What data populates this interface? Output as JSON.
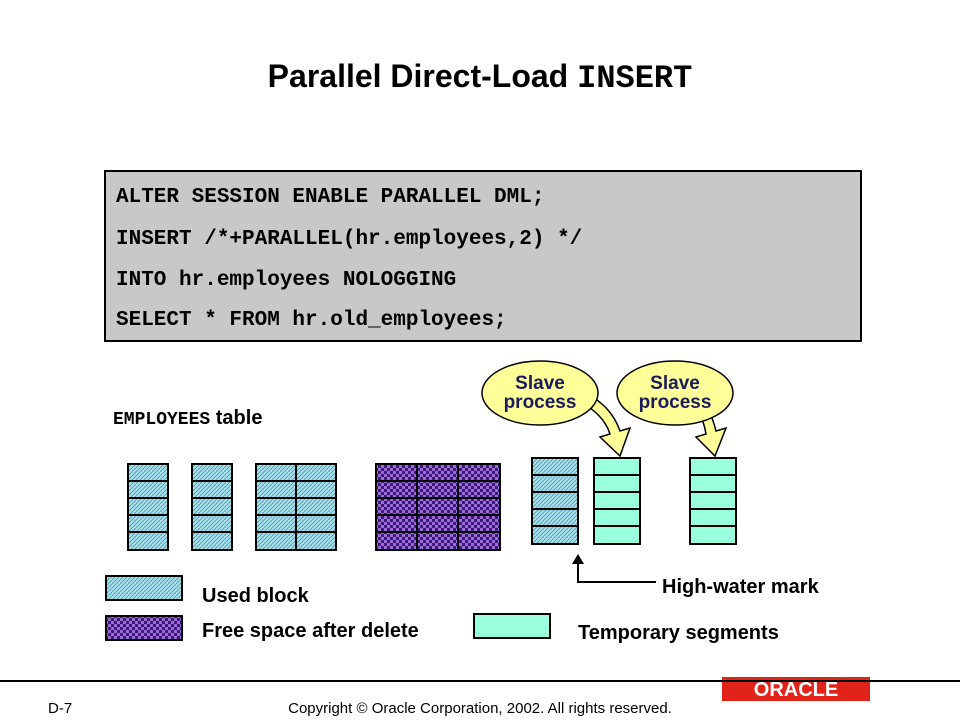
{
  "title": {
    "main": "Parallel Direct-Load ",
    "code": "INSERT"
  },
  "code_lines": [
    "ALTER SESSION ENABLE PARALLEL DML;",
    "INSERT /*+PARALLEL(hr.employees,2) */",
    "INTO hr.employees NOLOGGING",
    "SELECT * FROM hr.old_employees;"
  ],
  "table_label": {
    "code": "EMPLOYEES",
    "text": " table"
  },
  "bubbles": [
    "Slave\nprocess",
    "Slave\nprocess"
  ],
  "legend": {
    "used": "Used block",
    "free": "Free space after delete",
    "temp": "Temporary segments"
  },
  "hwm_label": "High-water mark",
  "footer": {
    "slide": "D-7",
    "copyright": "Copyright © Oracle Corporation, 2002. All rights reserved.",
    "logo": "ORACLE"
  },
  "colors": {
    "used_fill": "#a8e4f0",
    "free_dark": "#3a1a7a",
    "free_light": "#9c6bd6",
    "temp_fill": "#99ffdd",
    "bubble_fill": "#ffff99",
    "code_bg": "#c8c8c8",
    "logo_red": "#e2231a"
  }
}
